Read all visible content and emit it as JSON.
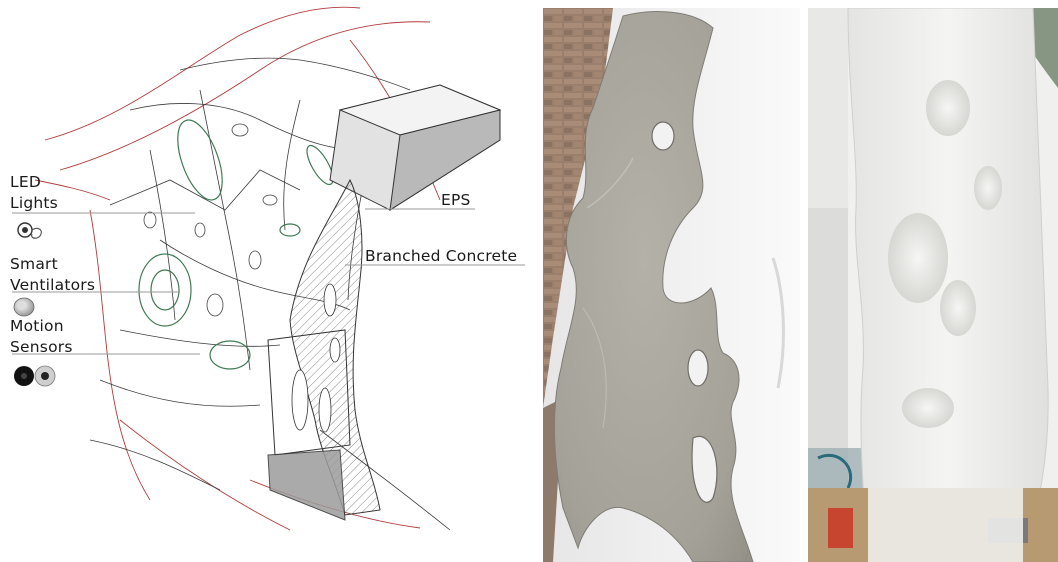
{
  "labels": {
    "led_lights": [
      "LED",
      "Lights"
    ],
    "smart_ventilators": [
      "Smart",
      "Ventilators"
    ],
    "motion_sensors": [
      "Motion",
      "Sensors"
    ],
    "eps": "EPS",
    "branched_concrete": "Branched Concrete"
  },
  "icons": {
    "led_lights": "led-light-bulb-icon",
    "smart_ventilators": "ventilator-fan-icon",
    "motion_sensors": "motion-sensor-icon"
  },
  "colors": {
    "line_dark": "#3a3a3a",
    "line_red": "#b33a3a",
    "line_green": "#3f7a52",
    "concrete": "#a9a79d",
    "eps_white": "#eeeeec"
  }
}
